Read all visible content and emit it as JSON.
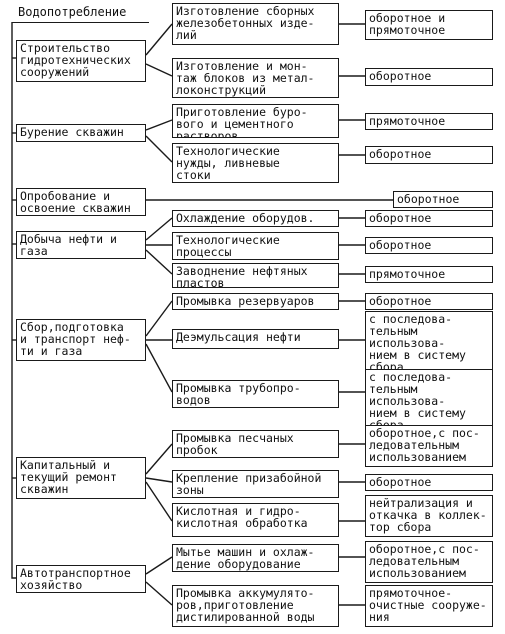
{
  "root": {
    "label": "Водопотребление"
  },
  "stages": [
    {
      "id": "s1",
      "label": "Строительство\nгидротехнических\nсооружений"
    },
    {
      "id": "s2",
      "label": "Бурение скважин"
    },
    {
      "id": "s3",
      "label": "Опробование и\nосвоение скважин"
    },
    {
      "id": "s4",
      "label": "Добыча нефти и\nгаза"
    },
    {
      "id": "s5",
      "label": "Сбор,подготовка\nи транспорт неф-\nти и газа"
    },
    {
      "id": "s6",
      "label": "Капитальный и\nтекущий ремонт\nскважин"
    },
    {
      "id": "s7",
      "label": "Автотранспортное\nхозяйство"
    }
  ],
  "processes": [
    {
      "id": "p1",
      "label": "Изготовление сборных\nжелезобетонных изде-\nлий"
    },
    {
      "id": "p2",
      "label": "Изготовление и мон-\nтаж блоков из метал-\nлоконструкций"
    },
    {
      "id": "p3",
      "label": "Приготовление буро-\nвого и цементного\nрастворов"
    },
    {
      "id": "p4",
      "label": "Технологические\nнужды, ливневые\nстоки"
    },
    {
      "id": "p5",
      "label": "Охлаждение оборудов."
    },
    {
      "id": "p6",
      "label": "Технологические\nпроцессы"
    },
    {
      "id": "p7",
      "label": "Заводнение нефтяных\nпластов"
    },
    {
      "id": "p8",
      "label": "Промывка резервуаров"
    },
    {
      "id": "p9",
      "label": "Деэмульсация нефти"
    },
    {
      "id": "p10",
      "label": "Промывка трубопро-\nводов"
    },
    {
      "id": "p11",
      "label": "Промывка песчаных\nпробок"
    },
    {
      "id": "p12",
      "label": "Крепление призабойной\nзоны"
    },
    {
      "id": "p13",
      "label": "Кислотная и гидро-\nкислотная обработка"
    },
    {
      "id": "p14",
      "label": "Мытье машин и охлаж-\nдение оборудование"
    },
    {
      "id": "p15",
      "label": "Промывка аккумулято-\nров,приготовление\nдистилированной воды"
    }
  ],
  "supply": [
    {
      "id": "w1",
      "label": "оборотное и\nпрямоточное"
    },
    {
      "id": "w2",
      "label": "оборотное"
    },
    {
      "id": "w3",
      "label": "прямоточное"
    },
    {
      "id": "w4",
      "label": "оборотное"
    },
    {
      "id": "w5",
      "label": "оборотное"
    },
    {
      "id": "w6",
      "label": "оборотное"
    },
    {
      "id": "w7",
      "label": "оборотное"
    },
    {
      "id": "w8",
      "label": "прямоточное"
    },
    {
      "id": "w9",
      "label": "оборотное"
    },
    {
      "id": "w10",
      "label": "с последова-\nтельным\nиспользова-\nнием в систему\nсбора"
    },
    {
      "id": "w11",
      "label": "с последова-\nтельным\nиспользова-\nнием в систему\nсбора"
    },
    {
      "id": "w12",
      "label": "оборотное,с пос-\nледовательным\nиспользованием"
    },
    {
      "id": "w13",
      "label": "оборотное"
    },
    {
      "id": "w14",
      "label": "нейтрализация и\nоткачка в коллек-\nтор сбора"
    },
    {
      "id": "w15",
      "label": "оборотное,с пос-\nледовательным\nиспользованием"
    },
    {
      "id": "w16",
      "label": "прямоточное-\nочистные сооруже-\nния"
    }
  ]
}
